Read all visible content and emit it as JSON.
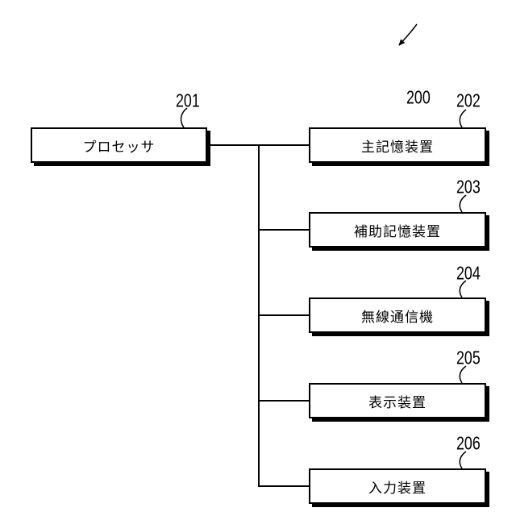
{
  "figure": {
    "system_ref": "200",
    "boxes": [
      {
        "ref": "201",
        "label": "プロセッサ"
      },
      {
        "ref": "202",
        "label": "主記憶装置"
      },
      {
        "ref": "203",
        "label": "補助記憶装置"
      },
      {
        "ref": "204",
        "label": "無線通信機"
      },
      {
        "ref": "205",
        "label": "表示装置"
      },
      {
        "ref": "206",
        "label": "入力装置"
      }
    ],
    "colors": {
      "line": "#000000",
      "background": "#ffffff",
      "box_fill": "#ffffff"
    }
  }
}
